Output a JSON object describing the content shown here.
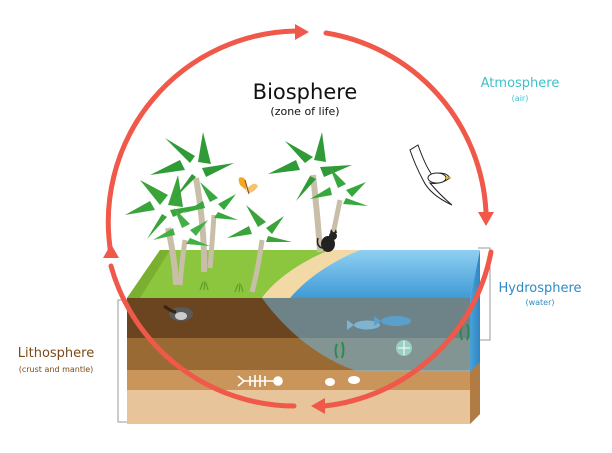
{
  "labels": {
    "biosphere": {
      "title": "Biosphere",
      "subtitle": "(zone of life)"
    },
    "atmosphere": {
      "title": "Atmosphere",
      "subtitle": "(air)"
    },
    "hydrosphere": {
      "title": "Hydrosphere",
      "subtitle": "(water)"
    },
    "lithosphere": {
      "title": "Lithosphere",
      "subtitle": "(crust and mantle)"
    }
  },
  "colors": {
    "cycle_arrow": "#f0584a",
    "biosphere_text": "#111111",
    "atmosphere_text": "#3ec1c9",
    "hydrosphere_text": "#2f8ac4",
    "lithosphere_text": "#7a4a18",
    "grass": "#8cc63f",
    "sand": "#f3d9a6",
    "soil_dark": "#6b4420",
    "soil_mid": "#9a6a35",
    "soil_light": "#c9955a",
    "soil_base": "#e7c49a",
    "water": "#58aee0"
  }
}
